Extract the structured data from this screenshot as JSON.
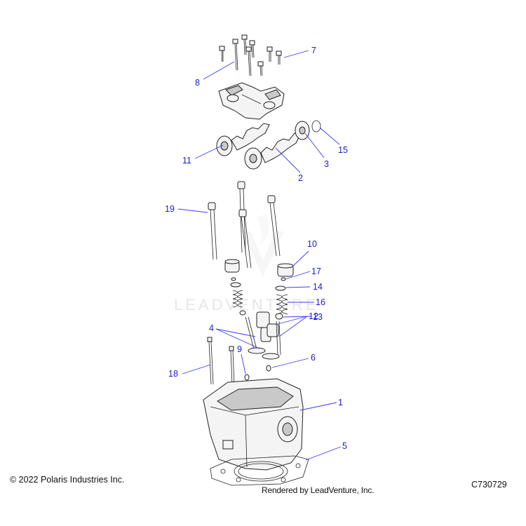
{
  "watermark_text": "LEADVENTURE",
  "footer": {
    "copyright": "© 2022 Polaris Industries Inc.",
    "rendered_by": "Rendered by LeadVenture, Inc.",
    "part_code": "C730729"
  },
  "callouts": [
    {
      "id": "c7",
      "label": "7"
    },
    {
      "id": "c8",
      "label": "8"
    },
    {
      "id": "c11",
      "label": "11"
    },
    {
      "id": "c2",
      "label": "2"
    },
    {
      "id": "c3",
      "label": "3"
    },
    {
      "id": "c15",
      "label": "15"
    },
    {
      "id": "c19",
      "label": "19"
    },
    {
      "id": "c10",
      "label": "10"
    },
    {
      "id": "c17",
      "label": "17"
    },
    {
      "id": "c14",
      "label": "14"
    },
    {
      "id": "c16",
      "label": "16"
    },
    {
      "id": "c13",
      "label": "13"
    },
    {
      "id": "c4",
      "label": "4"
    },
    {
      "id": "c12",
      "label": "12"
    },
    {
      "id": "c9",
      "label": "9"
    },
    {
      "id": "c6",
      "label": "6"
    },
    {
      "id": "c18",
      "label": "18"
    },
    {
      "id": "c1",
      "label": "1"
    },
    {
      "id": "c5",
      "label": "5"
    }
  ],
  "colors": {
    "callout": "#1a1ad0",
    "leader": "#3a3aff",
    "line_art": "#222222"
  }
}
